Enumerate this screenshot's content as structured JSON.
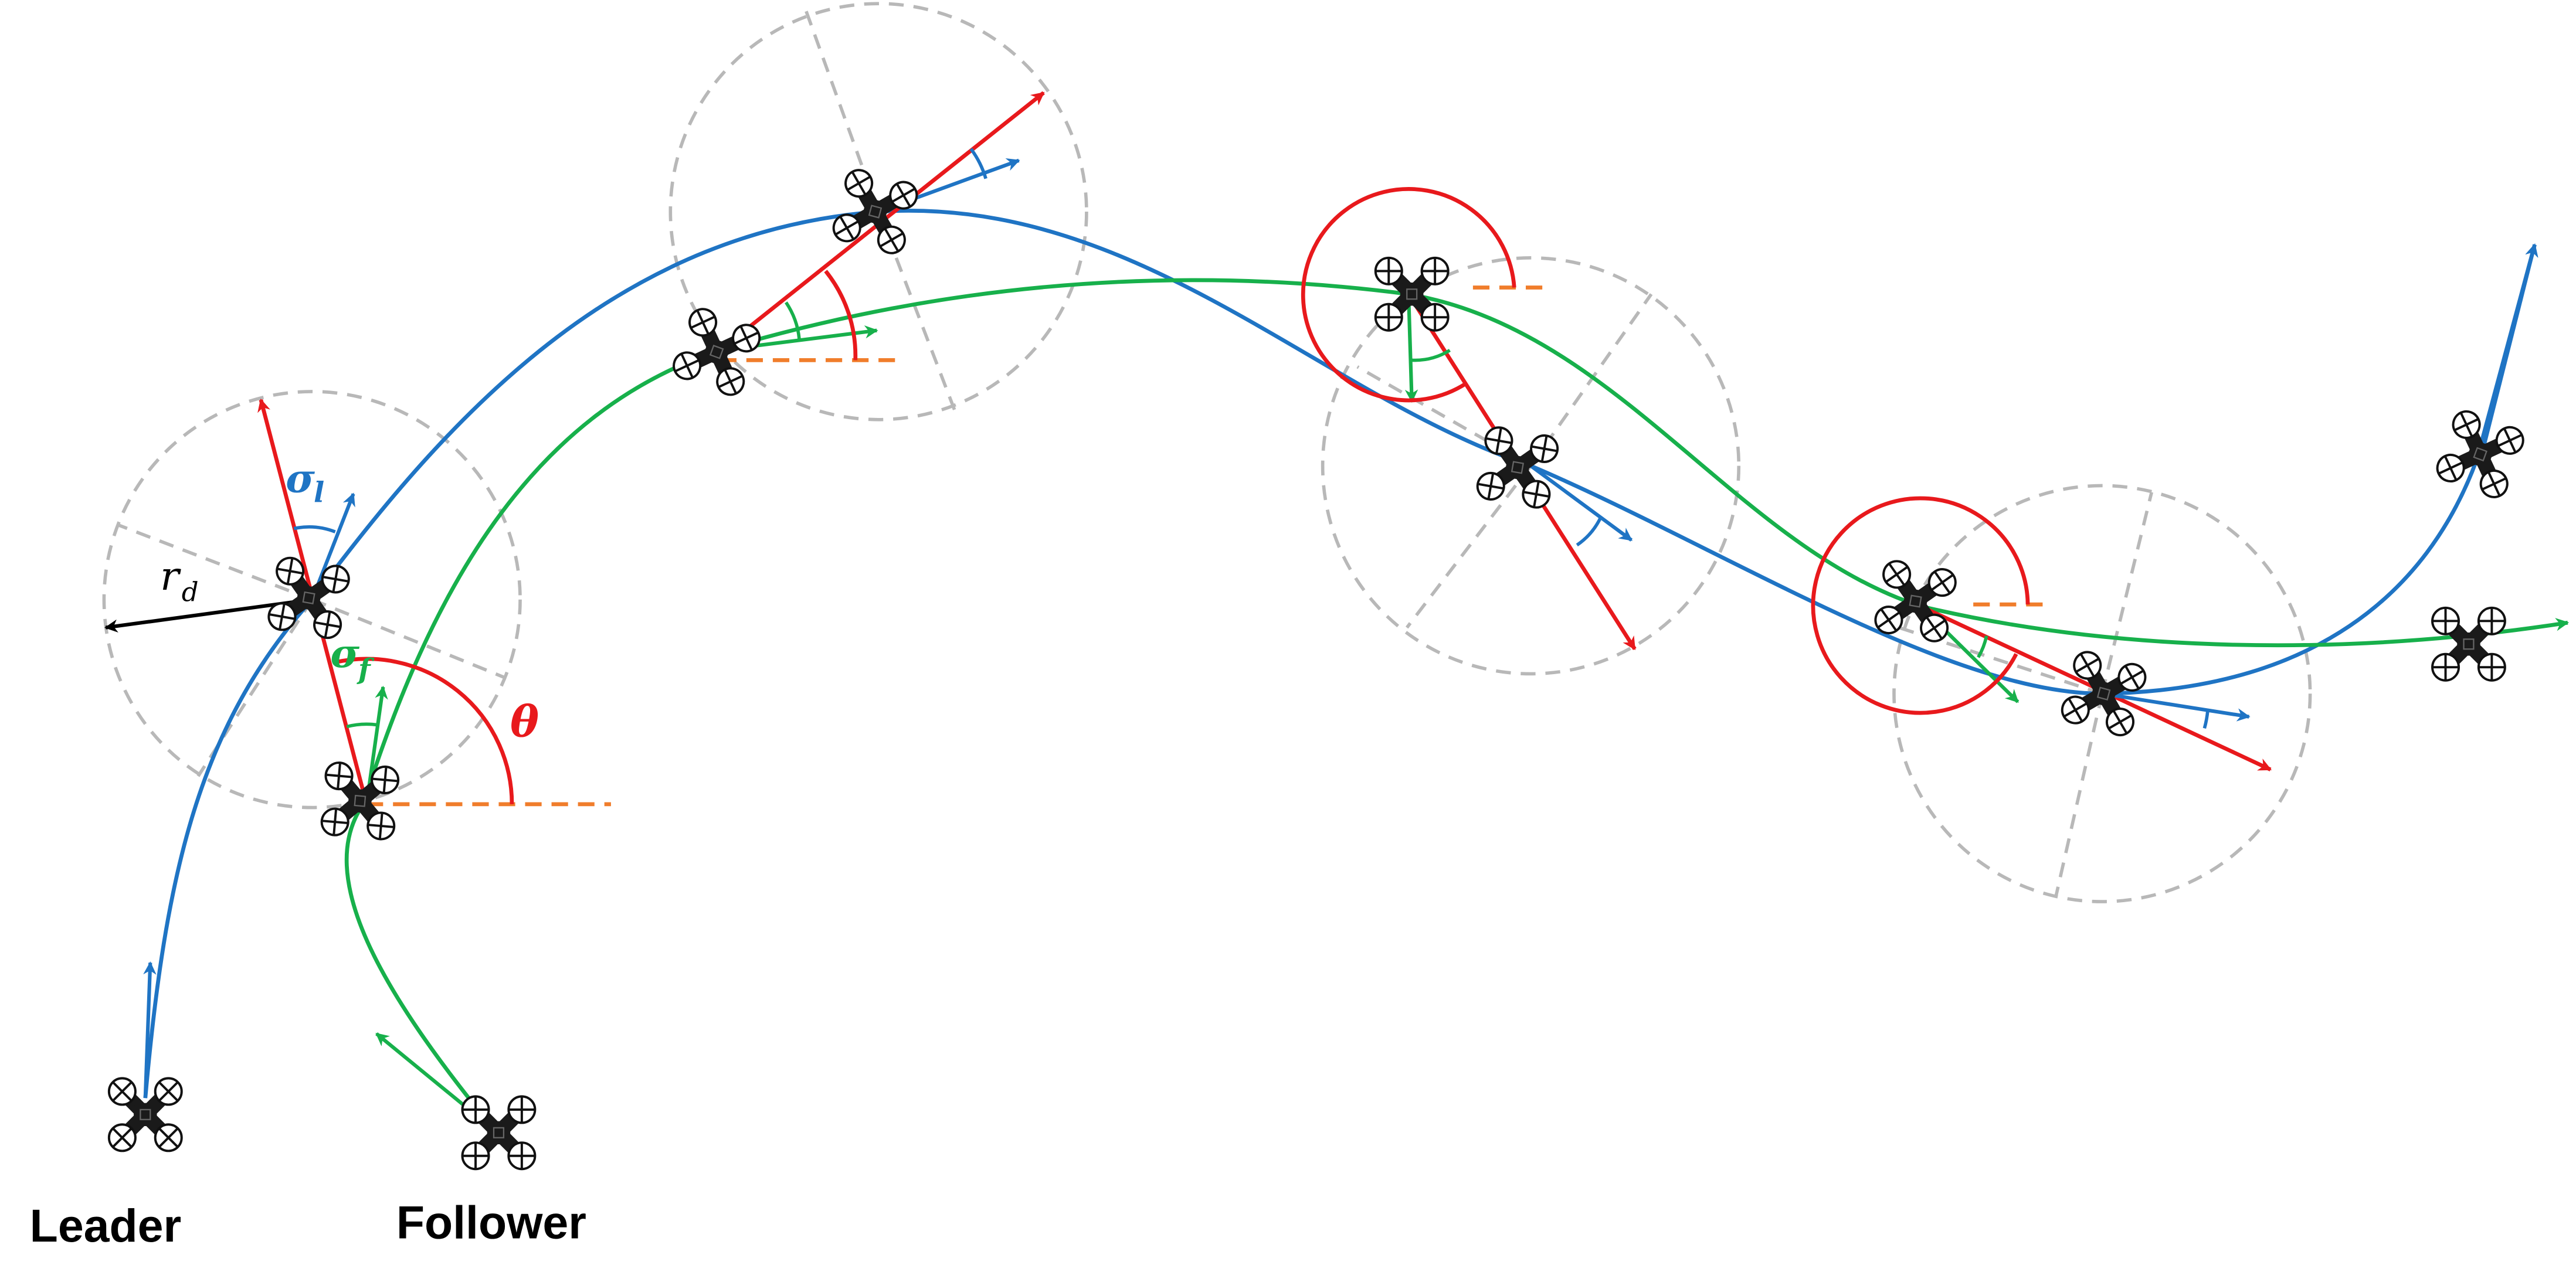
{
  "labels": {
    "leader": "Leader",
    "follower": "Follower",
    "theta": "θ",
    "sigma_l": "σ",
    "sigma_l_sub": "l",
    "sigma_f": "σ",
    "sigma_f_sub": "f",
    "r_d": "r",
    "r_d_sub": "d"
  },
  "colors": {
    "leader_path": "#1f74c4",
    "follower_path": "#17b04b",
    "heading": "#e8191c",
    "reference": "#f07d2b",
    "safety_circle": "#b8b8b8",
    "drone": "#1a1a1a",
    "radius": "#000000"
  },
  "icons": {
    "drone": "quadrotor-icon",
    "rotor_leader": "x-rotor",
    "rotor_follower": "plus-rotor"
  }
}
